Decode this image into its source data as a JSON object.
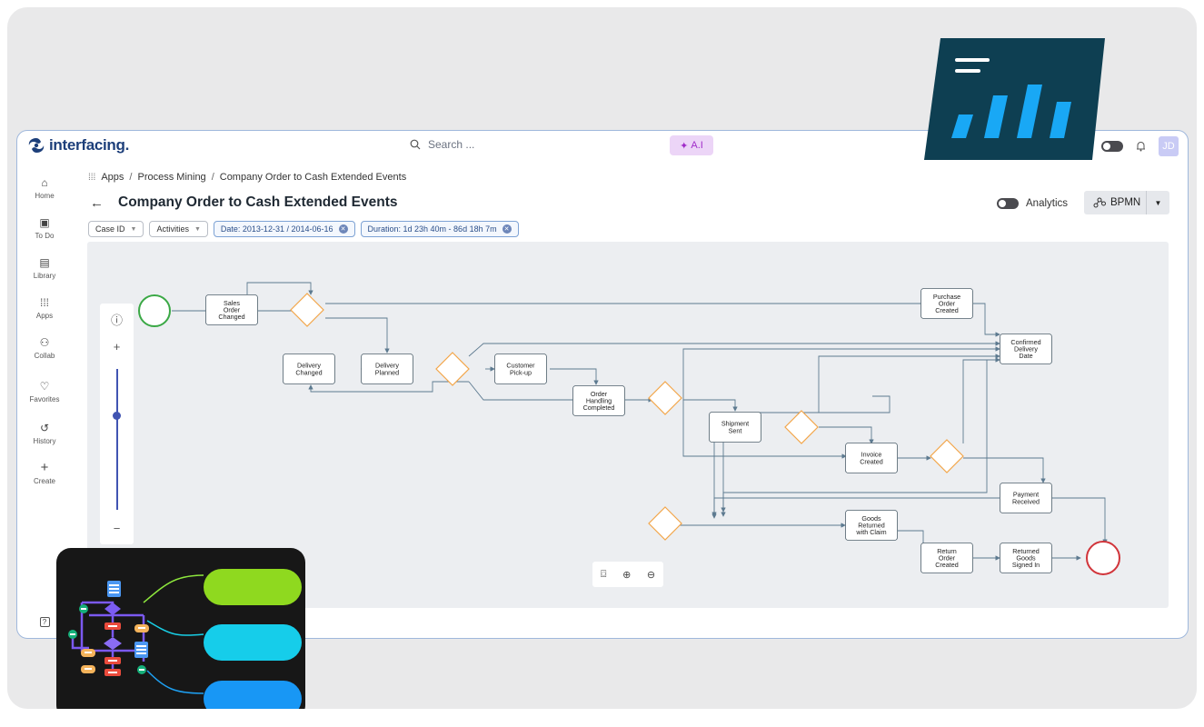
{
  "app": {
    "brand": "interfacing.",
    "search_placeholder": "Search ...",
    "ai_label": "A.I",
    "avatar_initials": "JD"
  },
  "sidebar": {
    "items": [
      {
        "label": "Home",
        "icon": "home-icon"
      },
      {
        "label": "To Do",
        "icon": "todo-icon"
      },
      {
        "label": "Library",
        "icon": "library-icon"
      },
      {
        "label": "Apps",
        "icon": "apps-grid-icon"
      },
      {
        "label": "Collab",
        "icon": "collab-icon"
      },
      {
        "label": "Favorites",
        "icon": "heart-icon"
      },
      {
        "label": "History",
        "icon": "history-icon"
      },
      {
        "label": "Create",
        "icon": "plus-icon"
      }
    ]
  },
  "breadcrumb": [
    "Apps",
    "Process Mining",
    "Company Order to Cash Extended Events"
  ],
  "page": {
    "title": "Company Order to Cash Extended Events",
    "analytics_label": "Analytics",
    "bpmn_label": "BPMN"
  },
  "filters": [
    {
      "label": "Case ID",
      "active": false
    },
    {
      "label": "Activities",
      "active": false
    },
    {
      "label": "Date: 2013-12-31 / 2014-06-16",
      "active": true
    },
    {
      "label": "Duration: 1d 23h 40m - 86d 18h 7m",
      "active": true
    }
  ],
  "process_nodes": [
    {
      "id": "sales",
      "lines": [
        "Sales",
        "Order",
        "Changed"
      ]
    },
    {
      "id": "dchanged",
      "lines": [
        "Delivery",
        "Changed"
      ]
    },
    {
      "id": "dplanned",
      "lines": [
        "Delivery",
        "Planned"
      ]
    },
    {
      "id": "pickup",
      "lines": [
        "Customer",
        "Pick-up"
      ]
    },
    {
      "id": "ohc",
      "lines": [
        "Order",
        "Handling",
        "Completed"
      ]
    },
    {
      "id": "purchase",
      "lines": [
        "Purchase",
        "Order",
        "Created"
      ]
    },
    {
      "id": "confirmed",
      "lines": [
        "Confirmed",
        "Delivery",
        "Date"
      ]
    },
    {
      "id": "shipment",
      "lines": [
        "Shipment",
        "Sent"
      ]
    },
    {
      "id": "invoice",
      "lines": [
        "Invoice",
        "Created"
      ]
    },
    {
      "id": "payment",
      "lines": [
        "Payment",
        "Received"
      ]
    },
    {
      "id": "goods",
      "lines": [
        "Goods",
        "Returned",
        "with Claim"
      ]
    },
    {
      "id": "returnorder",
      "lines": [
        "Return",
        "Order",
        "Created"
      ]
    },
    {
      "id": "returned",
      "lines": [
        "Returned",
        "Goods",
        "Signed In"
      ]
    }
  ],
  "colors": {
    "start_event": "#3aa845",
    "end_event": "#d1343a",
    "gateway": "#f3a64a",
    "edge": "#5d7a90",
    "accent": "#4054b2"
  }
}
